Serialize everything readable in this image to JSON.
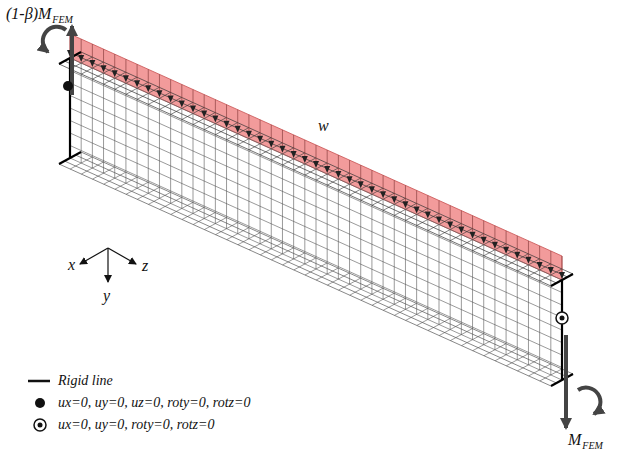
{
  "diagram": {
    "labels": [
      "(1-β)M",
      "FEM",
      "w",
      "x",
      "y",
      "z",
      "M",
      "FEM"
    ],
    "legend": [
      {
        "text": "Rigid line"
      },
      {
        "text": "ux=0, uy=0, uz=0, roty=0, rotz=0"
      },
      {
        "text": "ux=0, uy=0, roty=0, rotz=0"
      }
    ]
  }
}
